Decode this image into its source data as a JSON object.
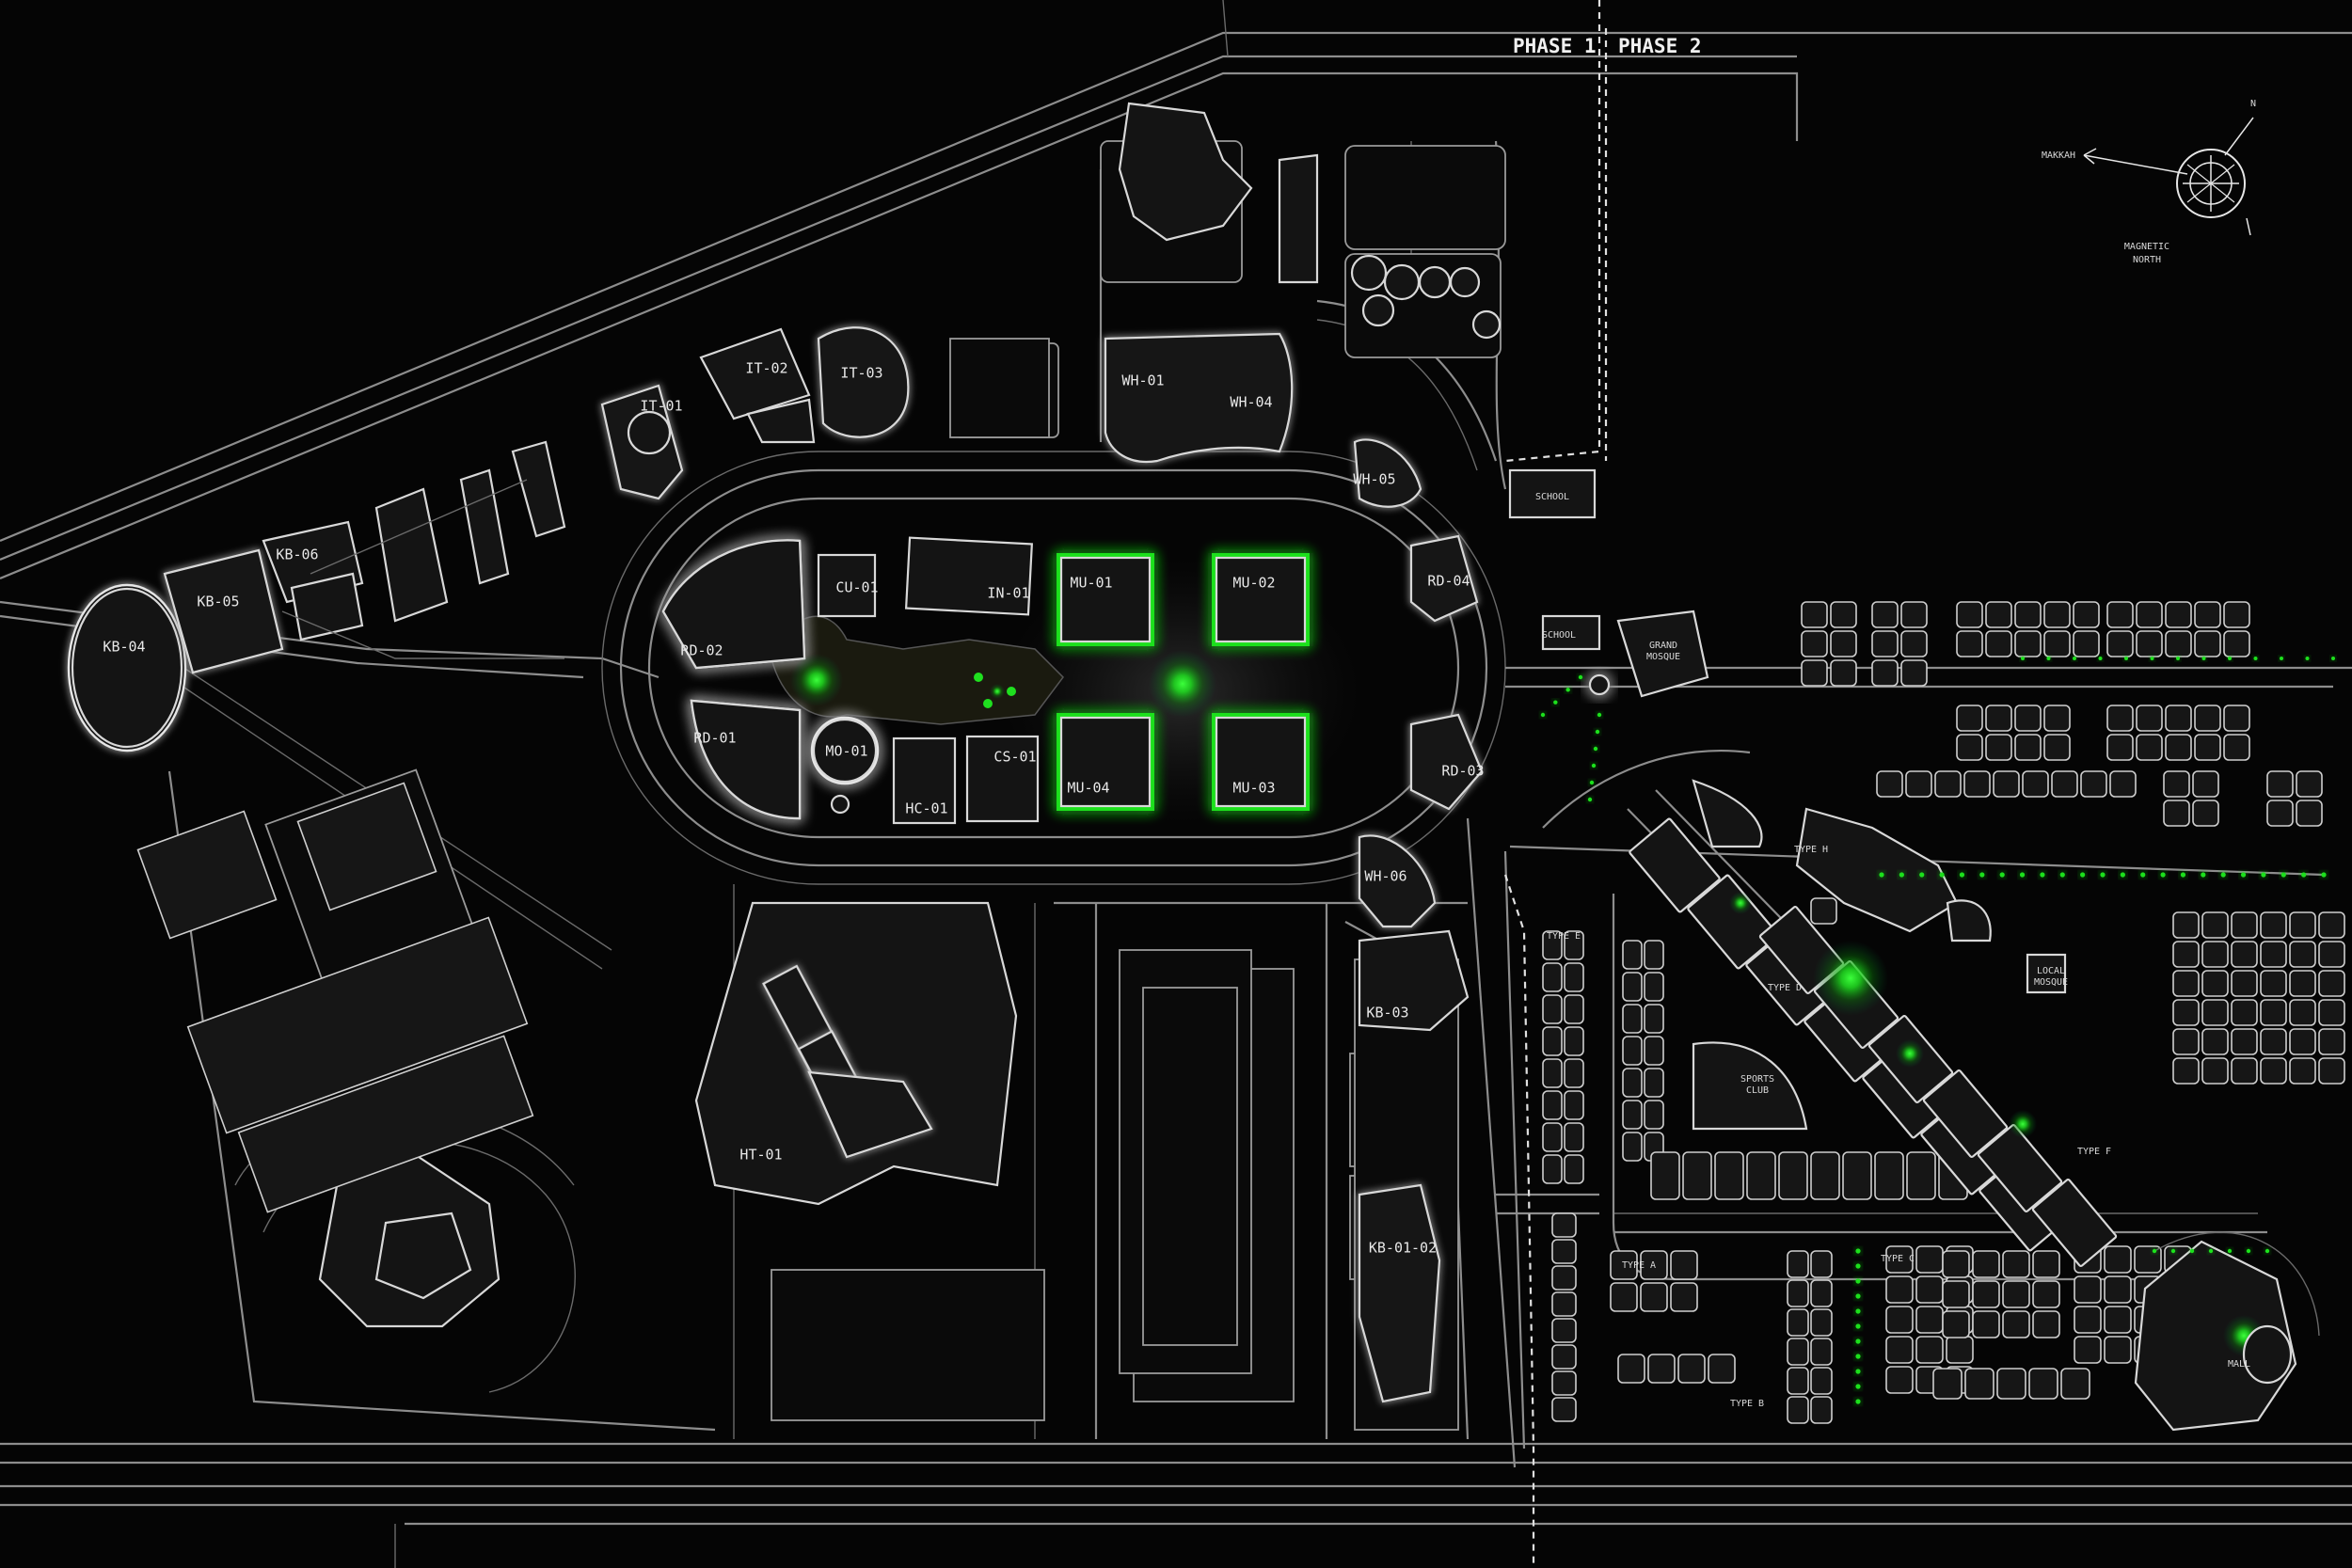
{
  "phases": {
    "phase1": "PHASE 1",
    "phase2": "PHASE 2"
  },
  "compass": {
    "makkah": "MAKKAH",
    "magnetic": "MAGNETIC",
    "north": "NORTH",
    "needle": "N"
  },
  "labels": {
    "kb04": "KB-04",
    "kb05": "KB-05",
    "kb06": "KB-06",
    "it01": "IT-01",
    "it02": "IT-02",
    "it03": "IT-03",
    "wh01": "WH-01",
    "wh04": "WH-04",
    "wh05": "WH-05",
    "wh06": "WH-06",
    "rd01": "RD-01",
    "rd02": "RD-02",
    "rd03": "RD-03",
    "rd04": "RD-04",
    "cu01": "CU-01",
    "in01": "IN-01",
    "mo01": "MO-01",
    "hc01": "HC-01",
    "cs01": "CS-01",
    "mu01": "MU-01",
    "mu02": "MU-02",
    "mu03": "MU-03",
    "mu04": "MU-04",
    "ht01": "HT-01",
    "kb03": "KB-03",
    "kb0102": "KB-01-02",
    "school1": "SCHOOL",
    "school2": "SCHOOL",
    "grand1": "GRAND",
    "grand2": "MOSQUE",
    "local1": "LOCAL",
    "local2": "MOSQUE",
    "sports1": "SPORTS",
    "sports2": "CLUB",
    "mall": "MALL",
    "typeA": "TYPE A",
    "typeB": "TYPE B",
    "typeC": "TYPE C",
    "typeD": "TYPE D",
    "typeE": "TYPE E",
    "typeF": "TYPE F",
    "typeH": "TYPE H"
  },
  "colors": {
    "background": "#050505",
    "glow": "#1fe01f",
    "linework": "#d8d8d8"
  }
}
